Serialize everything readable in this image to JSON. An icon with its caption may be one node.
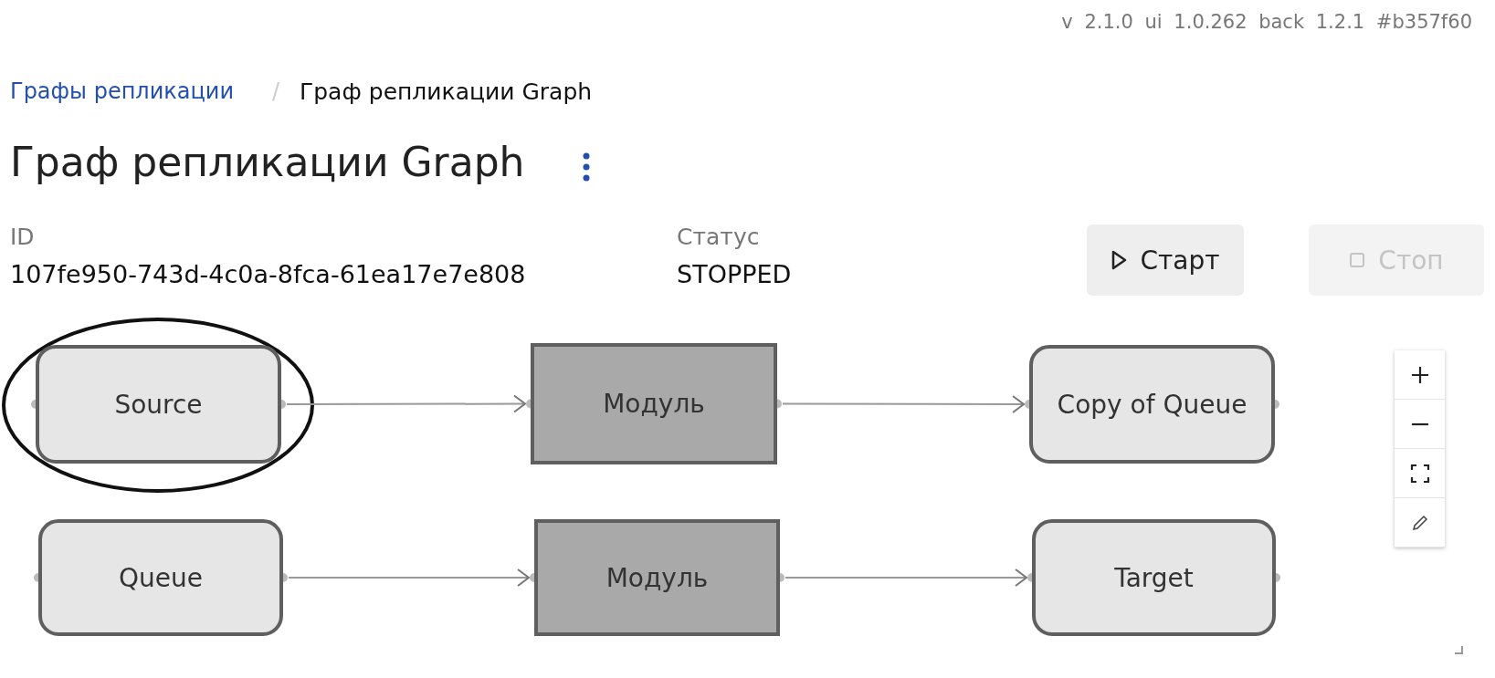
{
  "diagram": {
    "title": "Граф репликации Graph",
    "nodes": [
      {
        "text": [
          "Source"
        ]
      },
      {
        "text": [
          "Модуль"
        ]
      },
      {
        "text": [
          "Copy of Queue"
        ]
      },
      {
        "text": [
          "Queue"
        ]
      },
      {
        "text": [
          "Модуль"
        ]
      },
      {
        "text": [
          "Target"
        ]
      }
    ],
    "edges": [
      {
        "from": 0,
        "to": 1,
        "arrow": "to"
      },
      {
        "from": 1,
        "to": 2,
        "arrow": "to"
      },
      {
        "from": 3,
        "to": 4,
        "arrow": "to"
      },
      {
        "from": 4,
        "to": 5,
        "arrow": "to"
      }
    ],
    "labels": [
      "v 2.1.0 ui 1.0.262 back 1.2.1 #b357f60",
      "Графы репликации",
      "/",
      "Граф репликации Graph",
      "ID",
      "107fe950-743d-4c0a-8fca-61ea17e7e808",
      "Статус",
      "STOPPED",
      "Старт",
      "Стоп"
    ]
  }
}
